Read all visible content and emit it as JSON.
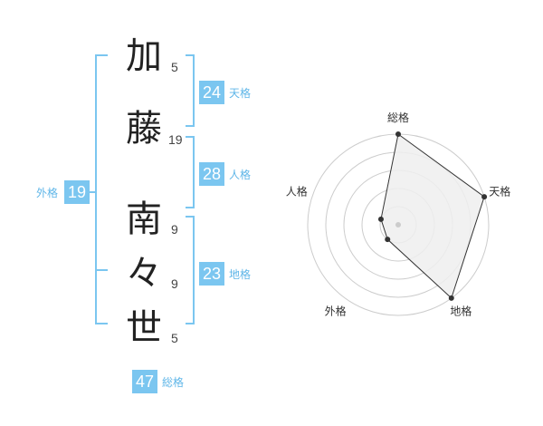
{
  "characters": [
    {
      "char": "加",
      "strokes": "5"
    },
    {
      "char": "藤",
      "strokes": "19"
    },
    {
      "char": "南",
      "strokes": "9"
    },
    {
      "char": "々",
      "strokes": "9"
    },
    {
      "char": "世",
      "strokes": "5"
    }
  ],
  "scores": {
    "tenkaku": {
      "label": "天格",
      "value": "24"
    },
    "jinkaku": {
      "label": "人格",
      "value": "28"
    },
    "chikaku": {
      "label": "地格",
      "value": "23"
    },
    "gaikaku": {
      "label": "外格",
      "value": "19"
    },
    "soukaku": {
      "label": "総格",
      "value": "47"
    }
  },
  "chart_data": {
    "type": "radar",
    "axes": [
      "総格",
      "天格",
      "地格",
      "外格",
      "人格"
    ],
    "rings": 5,
    "values": [
      5,
      5,
      5,
      1,
      1
    ],
    "max": 5,
    "colors": {
      "fill": "#efefef",
      "line": "#333333",
      "ring": "#cccccc",
      "center": "#cccccc"
    }
  }
}
